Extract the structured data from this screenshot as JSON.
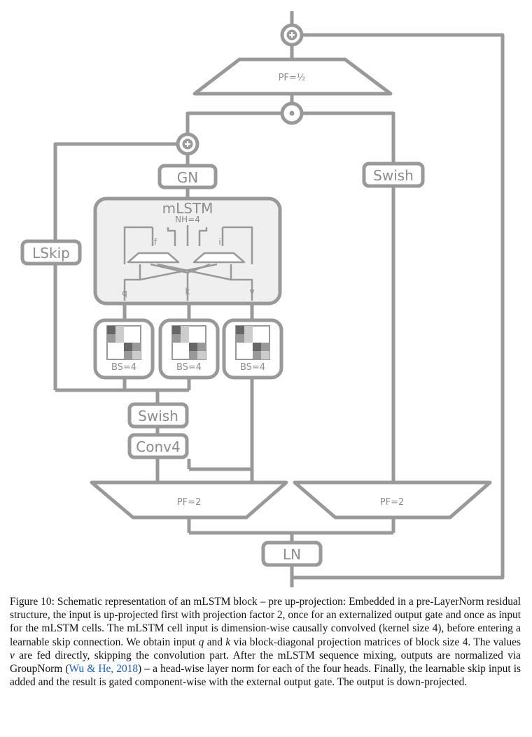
{
  "diagram": {
    "labels": {
      "pf_half": "PF=½",
      "gn": "GN",
      "swish_right": "Swish",
      "mlstm": "mLSTM",
      "nh": "NH=4",
      "lskip": "LSkip",
      "gate_f": "f",
      "gate_i": "i",
      "q": "q",
      "k": "k",
      "v": "v",
      "bs_q": "BS=4",
      "bs_k": "BS=4",
      "bs_v": "BS=4",
      "swish_left": "Swish",
      "conv4": "Conv4",
      "pf2_left": "PF=2",
      "pf2_right": "PF=2",
      "ln": "LN"
    },
    "colors": {
      "stroke": "#999999",
      "fill_cell": "#efefef",
      "text": "#8c8c8c",
      "dark_cell": "#666666"
    },
    "icons": [
      "plus-circle-icon",
      "dot-circle-icon",
      "block-diagonal-matrix-icon"
    ]
  },
  "caption": {
    "prefix": "Figure 10: Schematic representation of an mLSTM block – pre up-projection: Embedded in a pre-LayerNorm residual structure, the input is up-projected first with projection factor 2, once for an externalized output gate and once as input for the mLSTM cells. The mLSTM cell input is dimension-wise causally convolved (kernel size 4), before entering a learnable skip connection. We obtain input",
    "var_q": "q",
    "and": "and",
    "var_k": "k",
    "mid1": "via block-diagonal projection matrices of block size 4. The values",
    "var_v": "v",
    "mid2": "are fed directly, skipping the convolution part. After the mLSTM sequence mixing, outputs are normalized via GroupNorm (",
    "cite": "Wu & He, 2018",
    "suffix": ") – a head-wise layer norm for each of the four heads. Finally, the learnable skip input is added and the result is gated component-wise with the external output gate. The output is down-projected."
  }
}
